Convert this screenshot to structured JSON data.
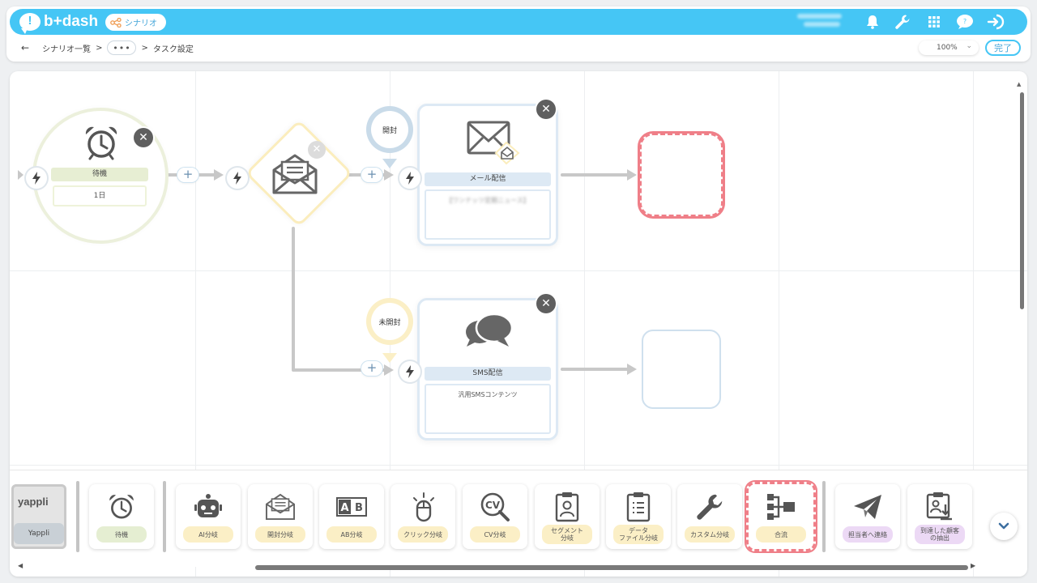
{
  "header": {
    "brand": "b+dash",
    "scenario_pill": "シナリオ",
    "zoom_value": "100%",
    "done_label": "完了"
  },
  "breadcrumb": {
    "back": "←",
    "item1": "シナリオ一覧",
    "sep": ">",
    "dots": "•••",
    "item3": "タスク設定"
  },
  "canvas": {
    "wait_node": {
      "label": "待機",
      "value": "1日"
    },
    "mail_task": {
      "label": "メール配信",
      "body": "【ワンナッツ定期ニュース】"
    },
    "sms_task": {
      "label": "SMS配信",
      "body": "汎用SMSコンテンツ"
    },
    "pin_opened": "開封",
    "pin_unopened": "未開封",
    "plus": "+",
    "close": "✕"
  },
  "palette": {
    "yappli_logo": "yappli",
    "yappli_label": "Yappli",
    "items": [
      {
        "label": "待機"
      },
      {
        "label": "AI分岐"
      },
      {
        "label": "開封分岐"
      },
      {
        "label": "AB分岐"
      },
      {
        "label": "クリック分岐"
      },
      {
        "label": "CV分岐"
      },
      {
        "label": "セグメント\n分岐"
      },
      {
        "label": "データ\nファイル分岐"
      },
      {
        "label": "カスタム分岐"
      },
      {
        "label": "合流"
      },
      {
        "label": "担当者へ連絡"
      },
      {
        "label": "到達した顧客\nの抽出"
      }
    ],
    "ab_icon_text": "A|B"
  },
  "colors": {
    "brand": "#45c6f5",
    "selection": "#ef7f88",
    "wait_green": "#e5eed2",
    "branch_yellow": "#fbefc6",
    "task_blue": "#dde9f4",
    "action_purple": "#ecd9f5"
  }
}
